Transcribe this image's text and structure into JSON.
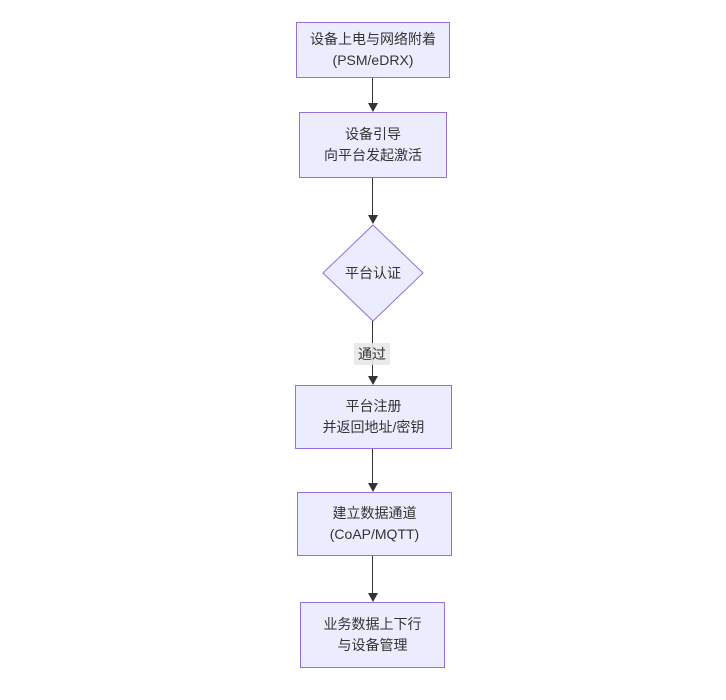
{
  "diagram": {
    "type": "flowchart",
    "direction": "top-down",
    "nodes": [
      {
        "id": "power",
        "shape": "rect",
        "lines": [
          "设备上电与网络附着",
          "(PSM/eDRX)"
        ]
      },
      {
        "id": "boot",
        "shape": "rect",
        "lines": [
          "设备引导",
          "向平台发起激活"
        ]
      },
      {
        "id": "auth",
        "shape": "diamond",
        "lines": [
          "平台认证"
        ]
      },
      {
        "id": "register",
        "shape": "rect",
        "lines": [
          "平台注册",
          "并返回地址/密钥"
        ]
      },
      {
        "id": "channel",
        "shape": "rect",
        "lines": [
          "建立数据通道",
          "(CoAP/MQTT)"
        ]
      },
      {
        "id": "business",
        "shape": "rect",
        "lines": [
          "业务数据上下行",
          "与设备管理"
        ]
      }
    ],
    "edges": [
      {
        "from": "power",
        "to": "boot",
        "label": ""
      },
      {
        "from": "boot",
        "to": "auth",
        "label": ""
      },
      {
        "from": "auth",
        "to": "register",
        "label": "通过"
      },
      {
        "from": "register",
        "to": "channel",
        "label": ""
      },
      {
        "from": "channel",
        "to": "business",
        "label": ""
      }
    ],
    "colors": {
      "node_fill": "#ECECFF",
      "node_border": "#9370DB",
      "text": "#333333",
      "edge_line": "#333333",
      "edge_label_bg": "#E8E8E8",
      "background": "#FFFFFF"
    }
  }
}
